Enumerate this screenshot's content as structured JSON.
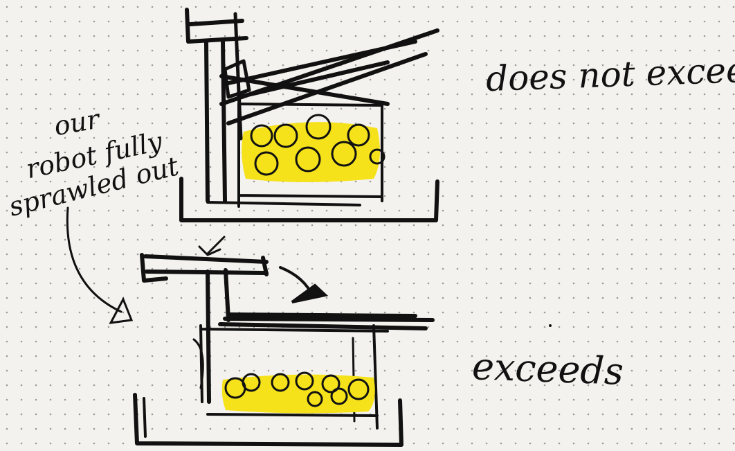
{
  "labels": {
    "top": "does not exceed",
    "bottom": "exceeds"
  },
  "note": {
    "line1": "our",
    "line2": "robot fully",
    "line3": "sprawled out"
  },
  "colors": {
    "paper": "#f4f2ee",
    "grid_dot": "#9a9a9a",
    "ink": "#111111",
    "ball_fill": "#f5e21b"
  }
}
